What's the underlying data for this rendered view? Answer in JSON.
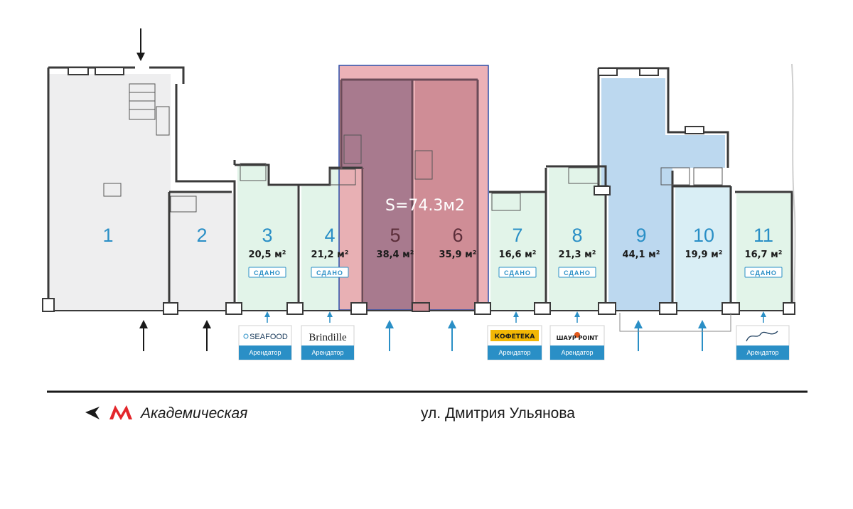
{
  "units": [
    {
      "id": "1",
      "area": "",
      "status": "",
      "tenant": ""
    },
    {
      "id": "2",
      "area": "",
      "status": "",
      "tenant": ""
    },
    {
      "id": "3",
      "area": "20,5 м²",
      "status": "СДАНО",
      "tenant": "SEAFOOD"
    },
    {
      "id": "4",
      "area": "21,2 м²",
      "status": "СДАНО",
      "tenant": "Brindille"
    },
    {
      "id": "5",
      "area": "38,4 м²",
      "status": "",
      "tenant": ""
    },
    {
      "id": "6",
      "area": "35,9 м²",
      "status": "",
      "tenant": ""
    },
    {
      "id": "7",
      "area": "16,6 м²",
      "status": "СДАНО",
      "tenant": "КОФЕТЕКА"
    },
    {
      "id": "8",
      "area": "21,3 м²",
      "status": "СДАНО",
      "tenant": "ШАУР POINT"
    },
    {
      "id": "9",
      "area": "44,1 м²",
      "status": "",
      "tenant": ""
    },
    {
      "id": "10",
      "area": "19,9 м²",
      "status": "",
      "tenant": ""
    },
    {
      "id": "11",
      "area": "16,7 м²",
      "status": "СДАНО",
      "tenant": ""
    }
  ],
  "tenant_badge_label": "Арендатор",
  "combined_area_label": "S=74.3м2",
  "street_name": "ул. Дмитрия Ульянова",
  "metro_station": "Академическая",
  "colors": {
    "wall": "#3a3a3a",
    "gray_unit": "#eeeeef",
    "green_unit": "#e2f4e9",
    "blue_unit": "#bcd8ef",
    "light_blue_unit": "#d9eef5",
    "highlight_fill": "#c98088",
    "highlight_fill_dark": "#a87a8e",
    "highlight_border": "#2d4fa8",
    "accent_blue": "#2a8fc6",
    "metro_red": "#e3262b",
    "coffee_yellow": "#f2b705",
    "shawarma_orange": "#e35a1c"
  }
}
